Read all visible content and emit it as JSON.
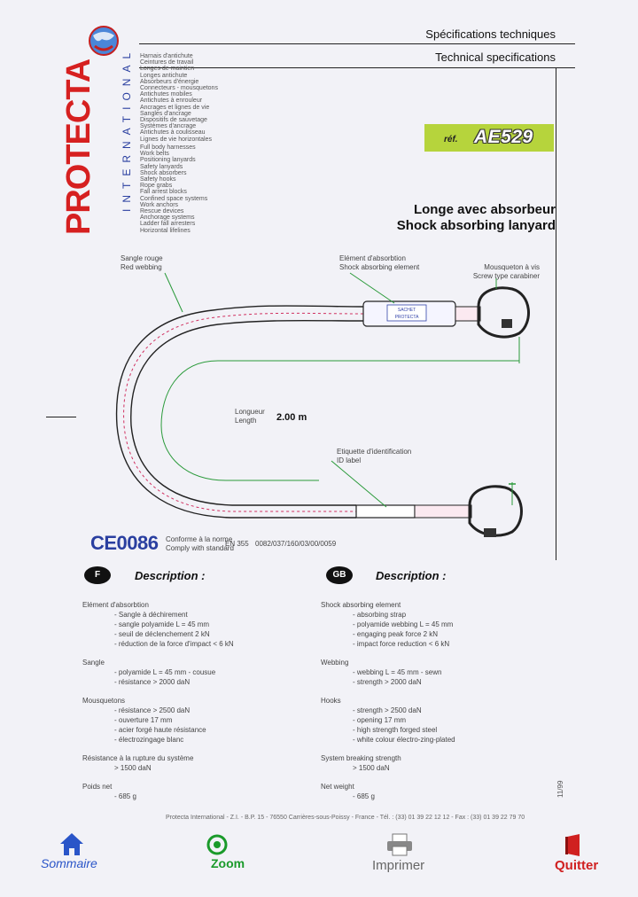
{
  "header": {
    "title_fr": "Spécifications techniques",
    "title_en": "Technical specifications"
  },
  "brand": {
    "name": "PROTECTA",
    "sub": "INTERNATIONAL",
    "logo_icon": "globe-logo-icon"
  },
  "categories": {
    "fr": [
      "Harnais d'antichute",
      "Ceintures de travail",
      "Longes de maintien",
      "Longes antichute",
      "Absorbeurs d'énergie",
      "Connecteurs - mousquetons",
      "Antichutes mobiles",
      "Antichutes à enrouleur",
      "Ancrages et lignes de vie",
      "Sangles d'ancrage",
      "Dispositifs de sauvetage",
      "Systèmes d'ancrage",
      "Antichutes à coulisseau",
      "Lignes de vie horizontales"
    ],
    "en": [
      "Full body harnesses",
      "Work belts",
      "Positioning lanyards",
      "Safety lanyards",
      "Shock absorbers",
      "Safety hooks",
      "Rope grabs",
      "Fall arrest blocks",
      "Confined space systems",
      "Work anchors",
      "Rescue devices",
      "Anchorage systems",
      "Ladder fall arresters",
      "Horizontal lifelines"
    ]
  },
  "ref": {
    "label": "réf.",
    "value": "AE529"
  },
  "product": {
    "title_fr": "Longe avec absorbeur",
    "title_en": "Shock absorbing lanyard"
  },
  "diagram": {
    "strap_label_fr": "Sangle rouge",
    "strap_label_en": "Red webbing",
    "absorber_label_fr": "Elément d'absorbtion",
    "absorber_label_en": "Shock absorbing element",
    "hook_label_fr": "Mousqueton à vis",
    "hook_label_en": "Screw type carabiner",
    "length_label_fr": "Longueur",
    "length_label_en": "Length",
    "length_value": "2.00 m",
    "id_label_fr": "Etiquette d'identification",
    "id_label_en": "ID label",
    "absorber_tag_1": "SACHET",
    "absorber_tag_2": "PROTECTA"
  },
  "conformity": {
    "mark": "CE0086",
    "text_fr": "Conforme à la norme",
    "text_en": "Comply with standard",
    "standard": "EN 355",
    "cert": "0082/037/160/03/00/0059"
  },
  "description": {
    "fr": {
      "badge": "F",
      "heading": "Description :",
      "items": [
        {
          "head": "Elément d'absorbtion",
          "lines": [
            "- Sangle à déchirement",
            "- sangle polyamide L = 45 mm",
            "- seuil de déclenchement 2 kN",
            "- réduction de la force d'impact < 6 kN"
          ]
        },
        {
          "head": "Sangle",
          "lines": [
            "- polyamide L = 45 mm - cousue",
            "- résistance > 2000 daN"
          ]
        },
        {
          "head": "Mousquetons",
          "lines": [
            "- résistance > 2500 daN",
            "- ouverture 17 mm",
            "- acier forgé haute résistance",
            "- électrozingage blanc"
          ]
        },
        {
          "head": "Résistance à la rupture du système",
          "lines": [
            "> 1500 daN"
          ]
        },
        {
          "head": "Poids net",
          "lines": [
            "- 685 g"
          ]
        }
      ]
    },
    "en": {
      "badge": "GB",
      "heading": "Description :",
      "items": [
        {
          "head": "Shock absorbing element",
          "lines": [
            "- absorbing strap",
            "- polyamide webbing L = 45 mm",
            "- engaging peak force 2 kN",
            "- impact force reduction < 6 kN"
          ]
        },
        {
          "head": "Webbing",
          "lines": [
            "- webbing L = 45 mm - sewn",
            "- strength > 2000 daN"
          ]
        },
        {
          "head": "Hooks",
          "lines": [
            "- strength > 2500 daN",
            "- opening 17 mm",
            "- high strength forged steel",
            "- white colour électro-zing-plated"
          ]
        },
        {
          "head": "System breaking strength",
          "lines": [
            "> 1500 daN"
          ]
        },
        {
          "head": "Net weight",
          "lines": [
            "- 685 g"
          ]
        }
      ]
    }
  },
  "footer": {
    "address": "Protecta International - Z.I. - B.P. 15 - 76550 Carrières-sous-Poissy - France - Tél. : (33) 01 39 22 12 12 - Fax : (33) 01 39 22 79 70",
    "date": "11/99"
  },
  "nav": {
    "home": {
      "label": "Sommaire",
      "icon": "home-icon",
      "color": "#2a55c8"
    },
    "zoom": {
      "label": "Zoom",
      "icon": "zoom-icon",
      "color": "#1a9a2a"
    },
    "print": {
      "label": "Imprimer",
      "icon": "printer-icon",
      "color": "#666666"
    },
    "quit": {
      "label": "Quitter",
      "icon": "exit-door-icon",
      "color": "#d02020"
    }
  }
}
